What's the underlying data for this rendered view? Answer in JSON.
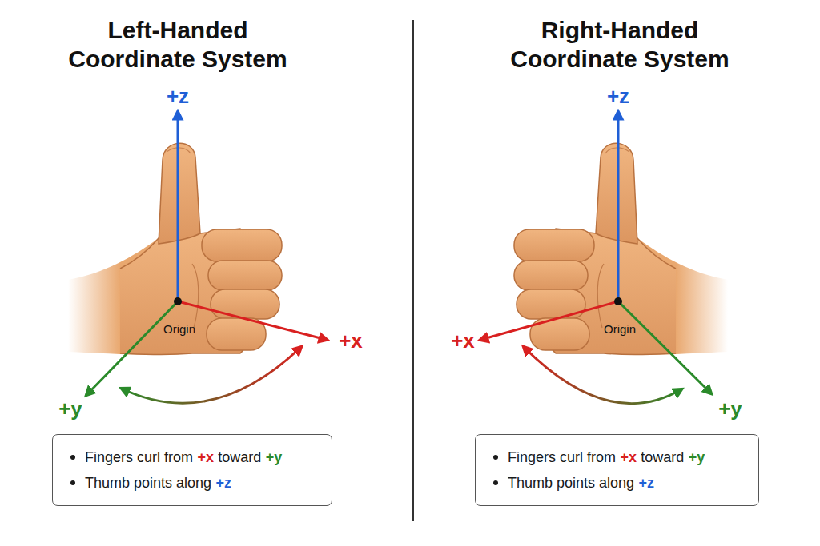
{
  "diagram": {
    "nodes": [
      {
        "text": [
          "Fingers curl from",
          "+x",
          "toward",
          "+y",
          "Thumb points along",
          "+z"
        ]
      },
      {
        "text": [
          "Fingers curl from",
          "+x",
          "toward",
          "+y",
          "Thumb points along",
          "+z"
        ]
      }
    ],
    "labels": [
      "Left-Handed Coordinate System",
      "+z",
      "Origin",
      "+x",
      "+y",
      "Right-Handed Coordinate System",
      "+z",
      "Origin",
      "+x",
      "+y"
    ]
  }
}
